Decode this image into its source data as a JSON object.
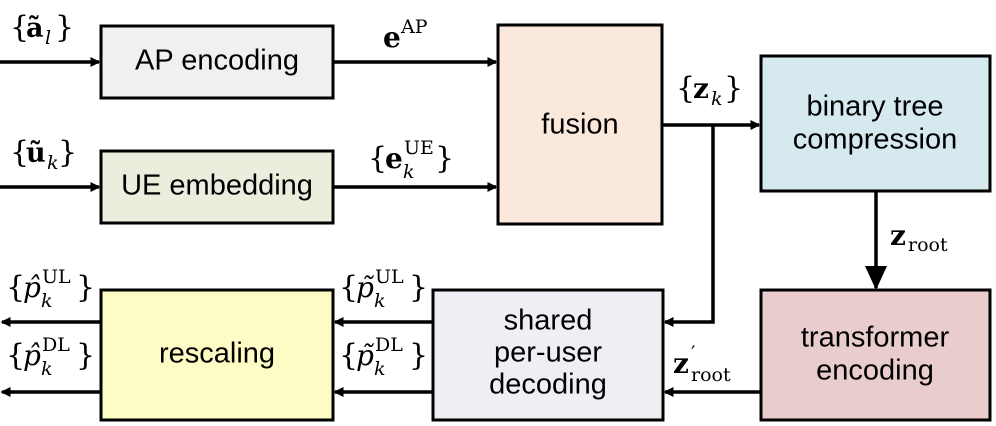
{
  "boxes": {
    "ap_encoding": {
      "label": "AP encoding",
      "fill": "#f0f0f0"
    },
    "ue_embedding": {
      "label": "UE embedding",
      "fill": "#eaeedc"
    },
    "fusion": {
      "label": "fusion",
      "fill": "#fbe8dc"
    },
    "binary_tree": {
      "line1": "binary tree",
      "line2": "compression",
      "fill": "#d5e9ef"
    },
    "transformer": {
      "line1": "transformer",
      "line2": "encoding",
      "fill": "#e9cdcc"
    },
    "decoding": {
      "line1": "shared",
      "line2": "per-user",
      "line3": "decoding",
      "fill": "#efeef5"
    },
    "rescaling": {
      "label": "rescaling",
      "fill": "#fcfcc4"
    }
  },
  "signals": {
    "a_l": {
      "base": "ã",
      "sub": "l"
    },
    "u_k": {
      "base": "ũ",
      "sub": "k"
    },
    "e_ap": {
      "base": "e",
      "sup": "AP"
    },
    "e_ue": {
      "base": "e",
      "sup": "UE",
      "sub": "k"
    },
    "z_k": {
      "base": "z",
      "sub": "k"
    },
    "z_root": {
      "base": "z",
      "sub": "root"
    },
    "z_root_prime": {
      "base": "z",
      "prime": "′",
      "sub": "root"
    },
    "p_tilde_ul": {
      "base": "p̃",
      "sup": "UL",
      "sub": "k"
    },
    "p_tilde_dl": {
      "base": "p̃",
      "sup": "DL",
      "sub": "k"
    },
    "p_hat_ul": {
      "base": "p̂",
      "sup": "UL",
      "sub": "k"
    },
    "p_hat_dl": {
      "base": "p̂",
      "sup": "DL",
      "sub": "k"
    }
  },
  "braces": {
    "open": "{",
    "close": "}"
  }
}
